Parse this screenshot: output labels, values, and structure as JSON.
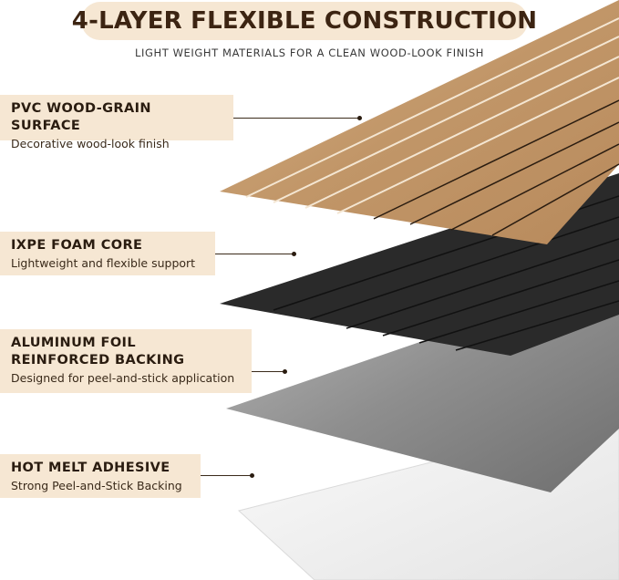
{
  "header": {
    "title": "4-LAYER FLEXIBLE CONSTRUCTION",
    "subtitle": "LIGHT WEIGHT MATERIALS FOR A CLEAN WOOD-LOOK FINISH"
  },
  "layers": [
    {
      "title": "PVC WOOD-GRAIN SURFACE",
      "description": "Decorative wood-look finish"
    },
    {
      "title": "IXPE FOAM CORE",
      "description": "Lightweight and flexible support"
    },
    {
      "title": "ALUMINUM FOIL\nREINFORCED BACKING",
      "description": "Designed for peel-and-stick application"
    },
    {
      "title": "HOT MELT ADHESIVE",
      "description": "Strong Peel-and-Stick Backing"
    }
  ],
  "colors": {
    "accent_bg": "#f6e7d3",
    "title_text": "#3c2412",
    "wood": "#c49a6c",
    "foam": "#2b2b2b",
    "foil": "#8a8a8a",
    "adhesive": "#eeeeee"
  }
}
